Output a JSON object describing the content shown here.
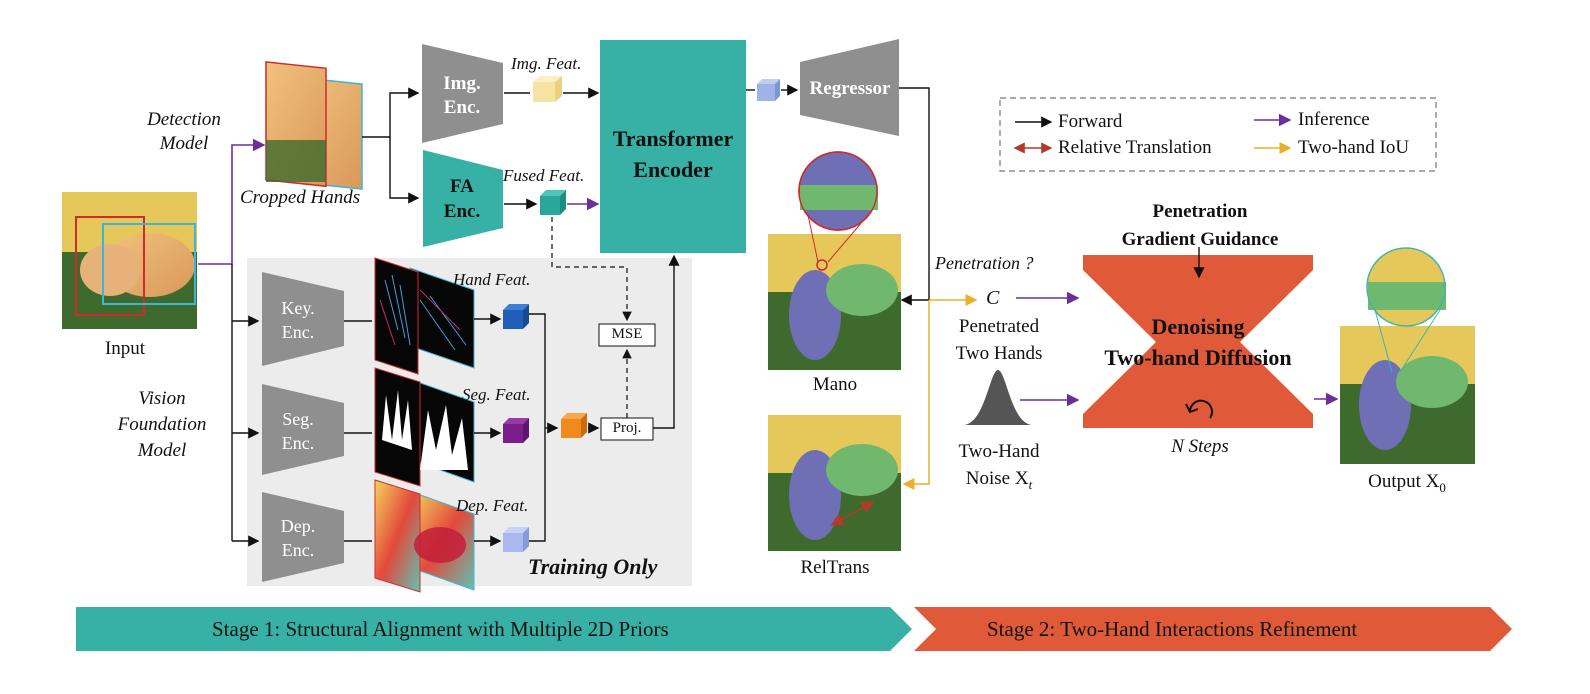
{
  "labels": {
    "detection_model": "Detection\nModel",
    "vision_foundation_model": "Vision\nFoundation\nModel",
    "input": "Input",
    "cropped_hands": "Cropped Hands",
    "img_enc": "Img.\nEnc.",
    "fa_enc": "FA\nEnc.",
    "img_feat": "Img. Feat.",
    "fused_feat": "Fused Feat.",
    "transformer_encoder": "Transformer\nEncoder",
    "regressor": "Regressor",
    "key_enc": "Key.\nEnc.",
    "seg_enc": "Seg.\nEnc.",
    "dep_enc": "Dep.\nEnc.",
    "hand_feat": "Hand Feat.",
    "seg_feat": "Seg. Feat.",
    "dep_feat": "Dep. Feat.",
    "mse": "MSE",
    "proj": "Proj.",
    "training_only": "Training Only",
    "mano": "Mano",
    "reltrans": "RelTrans",
    "penetration_q": "Penetration ?",
    "c_symbol": "C",
    "penetrated_two_hands": "Penetrated\nTwo Hands",
    "two_hand_noise": "Two-Hand\nNoise X",
    "noise_sub": "t",
    "penetration_gradient_guidance": "Penetration\nGradient Guidance",
    "denoising": "Denoising\nTwo-hand Diffusion",
    "n_steps": "N Steps",
    "output": "Output X",
    "output_sub": "0",
    "stage1": "Stage 1: Structural Alignment with Multiple 2D Priors",
    "stage2": "Stage 2: Two-Hand Interactions Refinement"
  },
  "legend": {
    "forward": "Forward",
    "relative_translation": "Relative Translation",
    "inference": "Inference",
    "two_hand_iou": "Two-hand IoU"
  },
  "colors": {
    "teal": "#37b1a5",
    "gray_encoder": "#8f8f8f",
    "orange_red": "#e05a3a",
    "purple_arrow": "#6b2f9b",
    "yellow_arrow": "#e8b02a",
    "dark_red_arrow": "#b3392a",
    "training_bg": "#ececec"
  }
}
